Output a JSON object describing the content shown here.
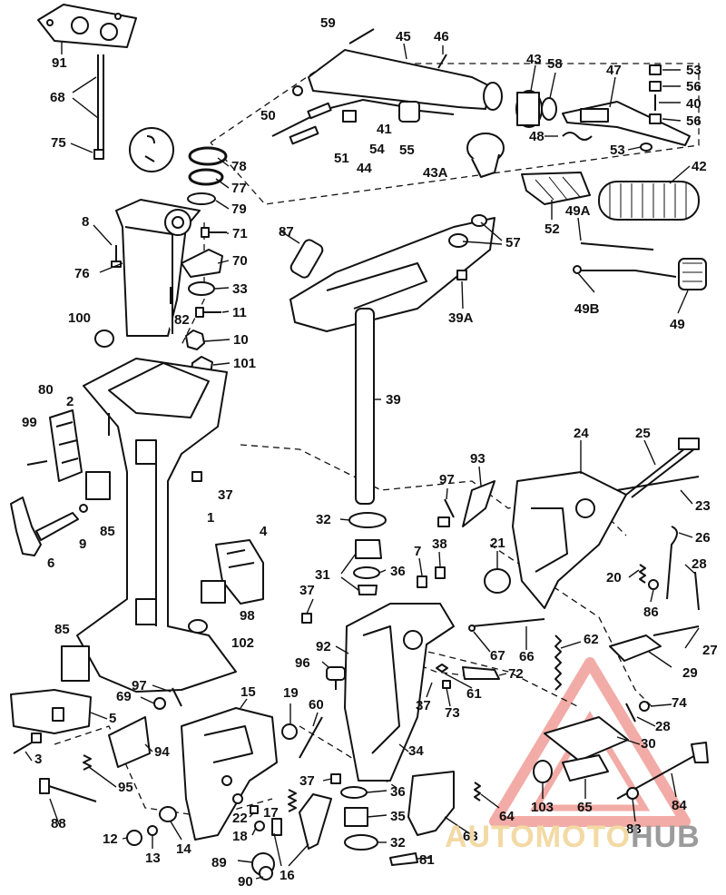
{
  "watermark": {
    "part1": "AUTOMOTO",
    "part2": "HUB",
    "colors": {
      "triangle": "#e8675f",
      "part1": "#f3d9a4",
      "part2": "#9b9b9b"
    }
  },
  "callouts": [
    "91",
    "68",
    "75",
    "78",
    "77",
    "79",
    "8",
    "71",
    "70",
    "76",
    "33",
    "82",
    "11",
    "100",
    "10",
    "101",
    "80",
    "2",
    "99",
    "37",
    "1",
    "85",
    "9",
    "6",
    "4",
    "98",
    "85",
    "102",
    "59",
    "45",
    "46",
    "50",
    "41",
    "54",
    "51",
    "44",
    "55",
    "43",
    "58",
    "47",
    "53",
    "56",
    "40",
    "56",
    "48",
    "53",
    "43A",
    "42",
    "52",
    "49A",
    "87",
    "57",
    "39A",
    "49B",
    "49",
    "39",
    "32",
    "31",
    "36",
    "7",
    "38",
    "37",
    "97",
    "93",
    "24",
    "25",
    "23",
    "21",
    "26",
    "20",
    "28",
    "86",
    "92",
    "67",
    "66",
    "62",
    "96",
    "37",
    "72",
    "61",
    "73",
    "27",
    "29",
    "74",
    "28",
    "30",
    "97",
    "69",
    "5",
    "94",
    "3",
    "95",
    "88",
    "12",
    "13",
    "14",
    "15",
    "19",
    "60",
    "22",
    "18",
    "17",
    "89",
    "90",
    "16",
    "37",
    "34",
    "36",
    "35",
    "32",
    "81",
    "63",
    "64",
    "103",
    "65",
    "83",
    "84"
  ]
}
